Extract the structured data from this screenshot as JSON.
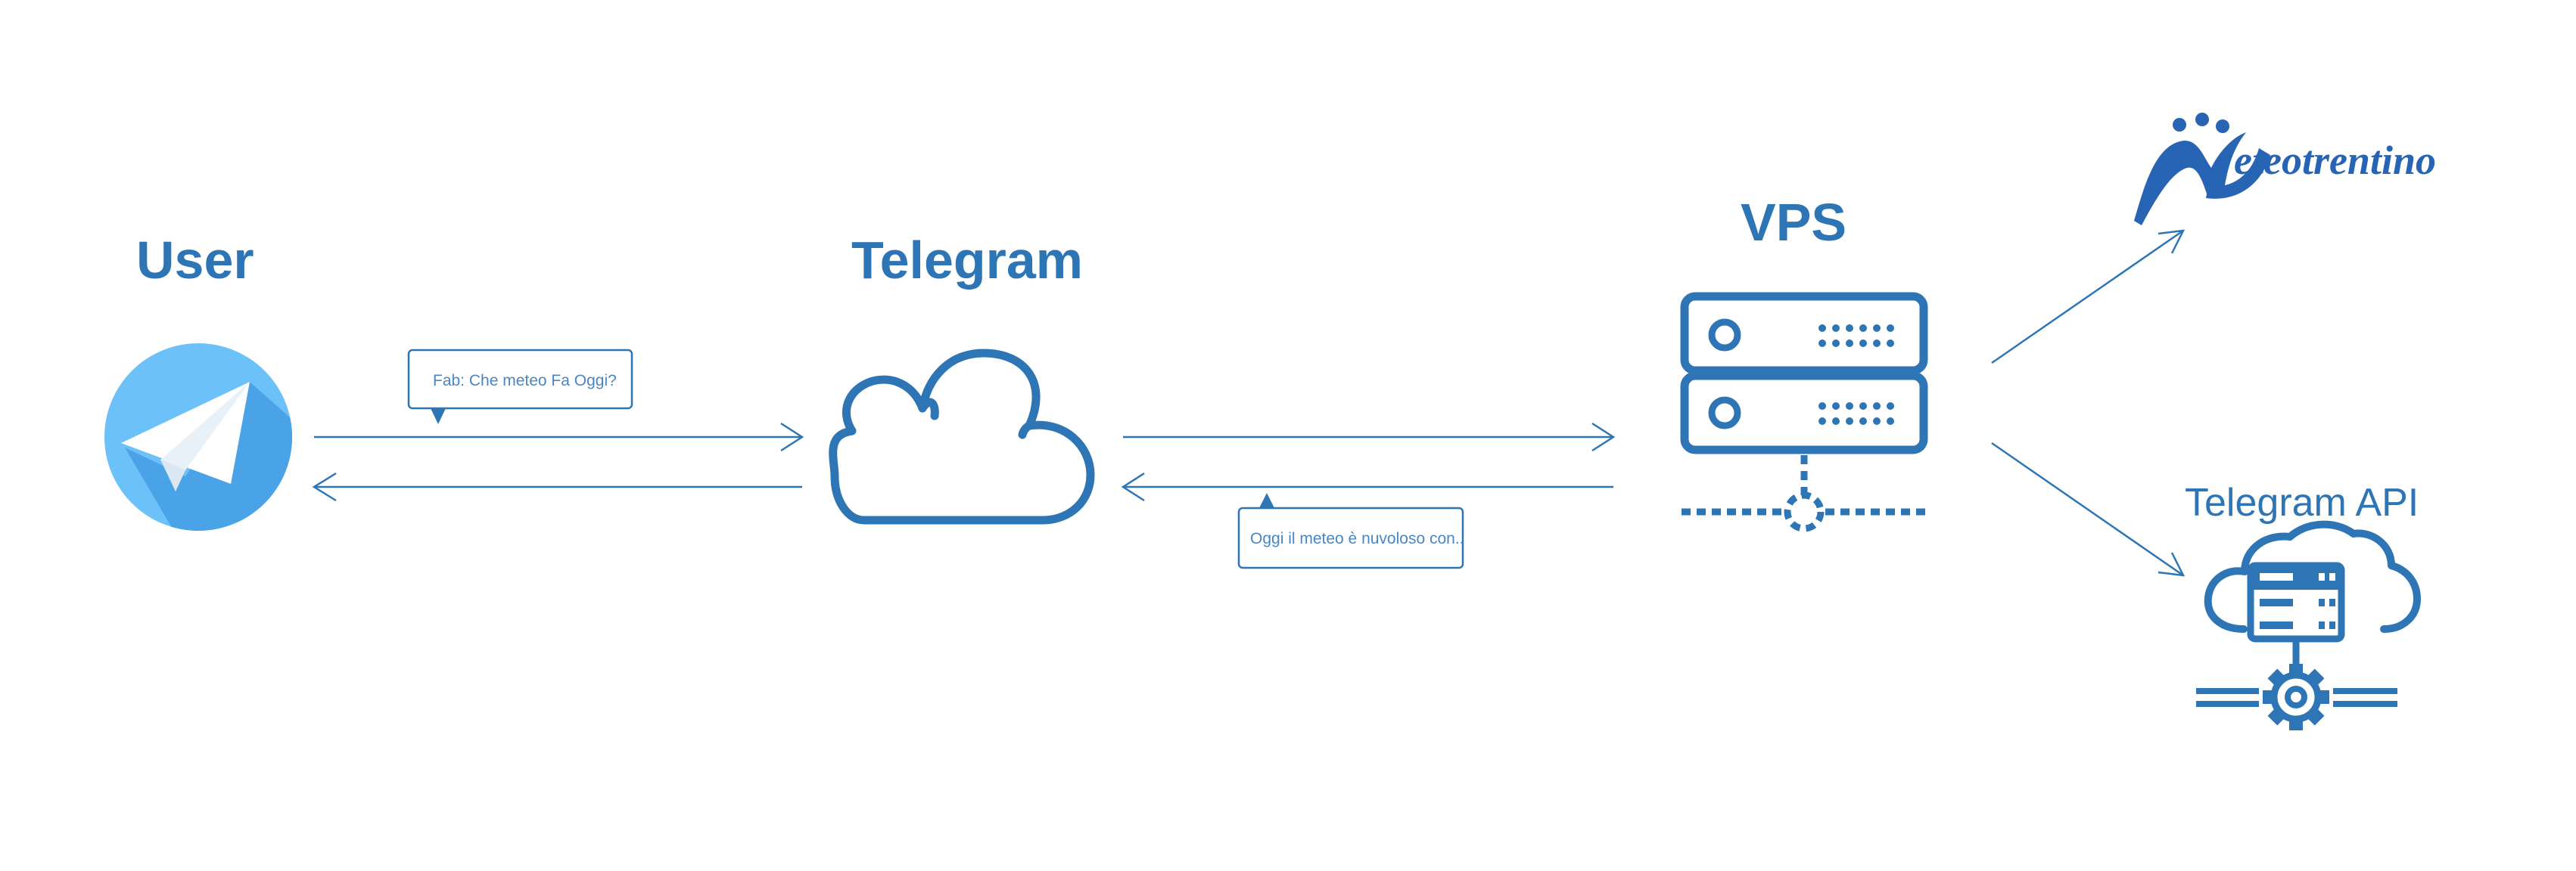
{
  "nodes": {
    "user": {
      "label": "User"
    },
    "telegram": {
      "label": "Telegram"
    },
    "vps": {
      "label": "VPS"
    },
    "meteotrentino": {
      "label": "Meteotrentino"
    },
    "telegram_api": {
      "label": "Telegram API"
    }
  },
  "messages": {
    "request": "Fab: Che meteo Fa Oggi?",
    "response": "Oggi il meteo è nuvoloso con.."
  },
  "icons": {
    "user": "telegram-logo-icon",
    "telegram": "cloud-icon",
    "vps": "server-icon",
    "meteotrentino": "meteotrentino-logo-icon",
    "telegram_api": "cloud-server-gear-icon"
  },
  "colors": {
    "primary": "#2e75b6",
    "telegram_light": "#6cc1f9",
    "telegram_dark": "#4aa3e6"
  }
}
